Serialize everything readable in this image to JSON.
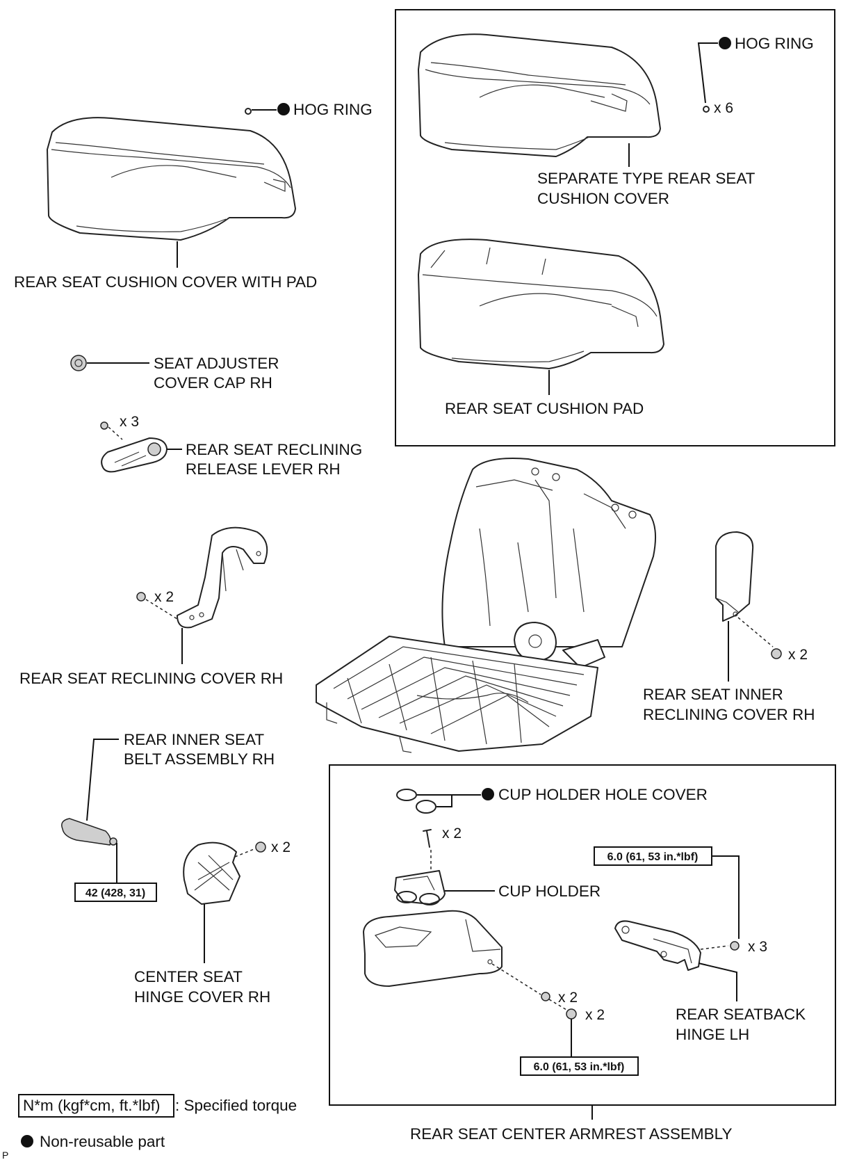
{
  "labels": {
    "hog_ring_left": "HOG RING",
    "hog_ring_right": "HOG RING",
    "hog_ring_qty": "x 6",
    "separate_cover_line1": "SEPARATE TYPE REAR SEAT",
    "separate_cover_line2": "CUSHION COVER",
    "cushion_cover_with_pad": "REAR SEAT CUSHION COVER WITH PAD",
    "cushion_pad": "REAR SEAT CUSHION PAD",
    "adjuster_cap_line1": "SEAT ADJUSTER",
    "adjuster_cap_line2": "COVER CAP RH",
    "release_lever_qty": "x 3",
    "release_lever_line1": "REAR SEAT RECLINING",
    "release_lever_line2": "RELEASE LEVER RH",
    "reclining_cover_qty": "x 2",
    "reclining_cover": "REAR SEAT RECLINING COVER RH",
    "inner_reclining_qty": "x 2",
    "inner_reclining_line1": "REAR SEAT INNER",
    "inner_reclining_line2": "RECLINING COVER RH",
    "seat_belt_line1": "REAR INNER SEAT",
    "seat_belt_line2": "BELT ASSEMBLY RH",
    "seat_belt_torque": "42 (428, 31)",
    "hinge_cover_qty": "x 2",
    "hinge_cover_line1": "CENTER SEAT",
    "hinge_cover_line2": "HINGE COVER RH",
    "cup_hole_cover": "CUP HOLDER HOLE COVER",
    "cup_holder_qty": "x 2",
    "cup_holder": "CUP HOLDER",
    "hinge_torque": "6.0 (61, 53 in.*lbf)",
    "hinge_qty": "x 3",
    "seatback_hinge_line1": "REAR SEATBACK",
    "seatback_hinge_line2": "HINGE LH",
    "armrest_qty_a": "x 2",
    "armrest_qty_b": "x 2",
    "armrest_torque": "6.0 (61, 53 in.*lbf)",
    "armrest_assembly": "REAR SEAT CENTER ARMREST ASSEMBLY"
  },
  "legend": {
    "torque_box": "N*m (kgf*cm, ft.*lbf)",
    "torque_text": ": Specified torque",
    "nonreusable_text": "Non-reusable part"
  },
  "footer": {
    "marker": "P"
  }
}
